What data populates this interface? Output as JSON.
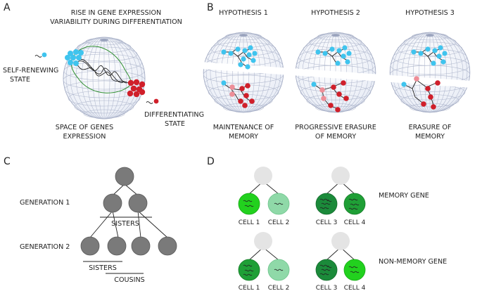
{
  "panels": {
    "a": {
      "letter": "A",
      "title_line1": "RISE IN GENE EXPRESSION",
      "title_line2": "VARIABILITY DURING DIFFERENTIATION",
      "self_renewing_line1": "SELF-RENEWING",
      "self_renewing_line2": "STATE",
      "differentiating_line1": "DIFFERENTIATING",
      "differentiating_line2": "STATE",
      "space_line1": "SPACE OF GENES",
      "space_line2": "EXPRESSION"
    },
    "b": {
      "letter": "B",
      "hypotheses": [
        {
          "title": "HYPOTHESIS 1",
          "caption_line1": "MAINTENANCE OF",
          "caption_line2": "MEMORY"
        },
        {
          "title": "HYPOTHESIS 2",
          "caption_line1": "PROGRESSIVE ERASURE",
          "caption_line2": "OF MEMORY"
        },
        {
          "title": "HYPOTHESIS 3",
          "caption_line1": "ERASURE OF",
          "caption_line2": "MEMORY"
        }
      ]
    },
    "c": {
      "letter": "C",
      "generation1": "GENERATION 1",
      "generation2": "GENERATION 2",
      "sisters_top": "SISTERS",
      "sisters_bottom": "SISTERS",
      "cousins": "COUSINS"
    },
    "d": {
      "letter": "D",
      "memory_gene": "MEMORY GENE",
      "non_memory_gene": "NON-MEMORY GENE",
      "cells": [
        "CELL 1",
        "CELL 2",
        "CELL 3",
        "CELL 4",
        "CELL 1",
        "CELL 2",
        "CELL 3",
        "CELL 4"
      ]
    }
  },
  "colors": {
    "blue_cell": "#3fc4ee",
    "red_cell": "#d01f2a",
    "pink_cell": "#ee8e98",
    "grey_cell": "#7a7a7a",
    "parent_cell": "#e4e4e4",
    "green_bright": "#22d11e",
    "green_pale": "#8fd9a8",
    "green_dark": "#1b8a3a",
    "green_mid": "#1f9f36",
    "sphere_grid": "#aeb6cc",
    "trajectory_green": "#2f8f2f"
  }
}
